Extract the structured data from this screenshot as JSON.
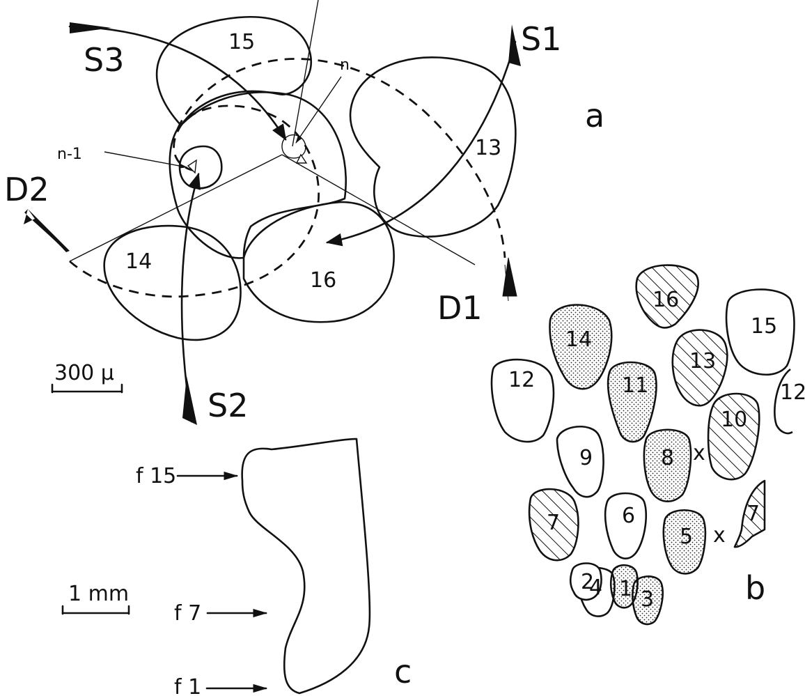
{
  "panels": {
    "a": {
      "panel_label": "a",
      "cell_labels": [
        "15",
        "13",
        "14",
        "16"
      ],
      "label_n": "n",
      "label_n_minus_1": "n-1",
      "spiral_labels": [
        "S3",
        "S1",
        "S2"
      ],
      "divergence_labels": [
        "D2",
        "D1"
      ],
      "scale_bar": "300 µ"
    },
    "b": {
      "panel_label": "b",
      "leaves": [
        {
          "label": "16",
          "fill": "hatched"
        },
        {
          "label": "15",
          "fill": "plain"
        },
        {
          "label": "14",
          "fill": "dotted"
        },
        {
          "label": "13",
          "fill": "hatched"
        },
        {
          "label": "12",
          "fill": "plain"
        },
        {
          "label": "11",
          "fill": "dotted"
        },
        {
          "label": "12",
          "fill": "plain"
        },
        {
          "label": "10",
          "fill": "hatched"
        },
        {
          "label": "9",
          "fill": "plain"
        },
        {
          "label": "8",
          "fill": "dotted"
        },
        {
          "label": "7",
          "fill": "hatched"
        },
        {
          "label": "6",
          "fill": "plain"
        },
        {
          "label": "5",
          "fill": "dotted"
        },
        {
          "label": "7",
          "fill": "hatched"
        },
        {
          "label": "4",
          "fill": "plain"
        },
        {
          "label": "3",
          "fill": "dotted"
        },
        {
          "label": "2",
          "fill": "plain"
        },
        {
          "label": "1",
          "fill": "dotted"
        }
      ],
      "cross_marks": [
        "x",
        "x"
      ]
    },
    "c": {
      "panel_label": "c",
      "arrow_labels": [
        "f 15",
        "f 7",
        "f 1"
      ],
      "scale_bar": "1 mm"
    }
  }
}
